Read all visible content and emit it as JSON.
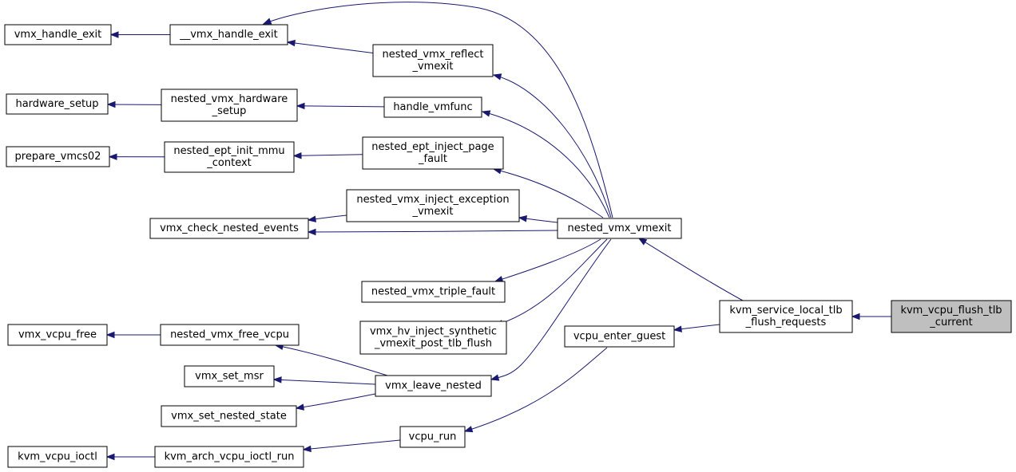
{
  "graph": {
    "nodes": [
      {
        "id": "n_vmx_handle_exit",
        "lines": [
          "vmx_handle_exit"
        ]
      },
      {
        "id": "n___vmx_handle_exit",
        "lines": [
          "__vmx_handle_exit"
        ]
      },
      {
        "id": "n_hardware_setup",
        "lines": [
          "hardware_setup"
        ]
      },
      {
        "id": "n_nested_vmx_hardware_setup",
        "lines": [
          "nested_vmx_hardware",
          "_setup"
        ]
      },
      {
        "id": "n_prepare_vmcs02",
        "lines": [
          "prepare_vmcs02"
        ]
      },
      {
        "id": "n_nested_ept_init_mmu_context",
        "lines": [
          "nested_ept_init_mmu",
          "_context"
        ]
      },
      {
        "id": "n_vmx_check_nested_events",
        "lines": [
          "vmx_check_nested_events"
        ]
      },
      {
        "id": "n_nested_vmx_reflect_vmexit",
        "lines": [
          "nested_vmx_reflect",
          "_vmexit"
        ]
      },
      {
        "id": "n_handle_vmfunc",
        "lines": [
          "handle_vmfunc"
        ]
      },
      {
        "id": "n_nested_ept_inject_page_fault",
        "lines": [
          "nested_ept_inject_page",
          "_fault"
        ]
      },
      {
        "id": "n_nested_vmx_inject_exception_vmexit",
        "lines": [
          "nested_vmx_inject_exception",
          "_vmexit"
        ]
      },
      {
        "id": "n_nested_vmx_triple_fault",
        "lines": [
          "nested_vmx_triple_fault"
        ]
      },
      {
        "id": "n_vmx_hv_inject_synthetic",
        "lines": [
          "vmx_hv_inject_synthetic",
          "_vmexit_post_tlb_flush"
        ]
      },
      {
        "id": "n_vmx_vcpu_free",
        "lines": [
          "vmx_vcpu_free"
        ]
      },
      {
        "id": "n_nested_vmx_free_vcpu",
        "lines": [
          "nested_vmx_free_vcpu"
        ]
      },
      {
        "id": "n_vmx_set_msr",
        "lines": [
          "vmx_set_msr"
        ]
      },
      {
        "id": "n_vmx_set_nested_state",
        "lines": [
          "vmx_set_nested_state"
        ]
      },
      {
        "id": "n_vmx_leave_nested",
        "lines": [
          "vmx_leave_nested"
        ]
      },
      {
        "id": "n_kvm_vcpu_ioctl",
        "lines": [
          "kvm_vcpu_ioctl"
        ]
      },
      {
        "id": "n_kvm_arch_vcpu_ioctl_run",
        "lines": [
          "kvm_arch_vcpu_ioctl_run"
        ]
      },
      {
        "id": "n_vcpu_run",
        "lines": [
          "vcpu_run"
        ]
      },
      {
        "id": "n_nested_vmx_vmexit",
        "lines": [
          "nested_vmx_vmexit"
        ]
      },
      {
        "id": "n_vcpu_enter_guest",
        "lines": [
          "vcpu_enter_guest"
        ]
      },
      {
        "id": "n_kvm_service_local_tlb_flush_requests",
        "lines": [
          "kvm_service_local_tlb",
          "_flush_requests"
        ]
      },
      {
        "id": "n_kvm_vcpu_flush_tlb_current",
        "lines": [
          "kvm_vcpu_flush_tlb",
          "_current"
        ],
        "highlighted": true
      }
    ],
    "edges": [
      [
        "n___vmx_handle_exit",
        "n_vmx_handle_exit"
      ],
      [
        "n_nested_vmx_reflect_vmexit",
        "n___vmx_handle_exit"
      ],
      [
        "n_nested_vmx_hardware_setup",
        "n_hardware_setup"
      ],
      [
        "n_handle_vmfunc",
        "n_nested_vmx_hardware_setup"
      ],
      [
        "n_nested_ept_init_mmu_context",
        "n_prepare_vmcs02"
      ],
      [
        "n_nested_ept_inject_page_fault",
        "n_nested_ept_init_mmu_context"
      ],
      [
        "n_nested_vmx_inject_exception_vmexit",
        "n_vmx_check_nested_events"
      ],
      [
        "n_nested_vmx_vmexit",
        "n___vmx_handle_exit"
      ],
      [
        "n_nested_vmx_vmexit",
        "n_nested_vmx_reflect_vmexit"
      ],
      [
        "n_nested_vmx_vmexit",
        "n_handle_vmfunc"
      ],
      [
        "n_nested_vmx_vmexit",
        "n_nested_ept_inject_page_fault"
      ],
      [
        "n_nested_vmx_vmexit",
        "n_nested_vmx_inject_exception_vmexit"
      ],
      [
        "n_nested_vmx_vmexit",
        "n_vmx_check_nested_events"
      ],
      [
        "n_nested_vmx_vmexit",
        "n_nested_vmx_triple_fault"
      ],
      [
        "n_nested_vmx_vmexit",
        "n_vmx_hv_inject_synthetic"
      ],
      [
        "n_nested_vmx_vmexit",
        "n_vmx_leave_nested"
      ],
      [
        "n_nested_vmx_free_vcpu",
        "n_vmx_vcpu_free"
      ],
      [
        "n_vmx_leave_nested",
        "n_nested_vmx_free_vcpu"
      ],
      [
        "n_vmx_leave_nested",
        "n_vmx_set_msr"
      ],
      [
        "n_vmx_leave_nested",
        "n_vmx_set_nested_state"
      ],
      [
        "n_kvm_arch_vcpu_ioctl_run",
        "n_kvm_vcpu_ioctl"
      ],
      [
        "n_vcpu_run",
        "n_kvm_arch_vcpu_ioctl_run"
      ],
      [
        "n_vcpu_enter_guest",
        "n_vcpu_run"
      ],
      [
        "n_kvm_service_local_tlb_flush_requests",
        "n_nested_vmx_vmexit"
      ],
      [
        "n_kvm_service_local_tlb_flush_requests",
        "n_vcpu_enter_guest"
      ],
      [
        "n_kvm_vcpu_flush_tlb_current",
        "n_kvm_service_local_tlb_flush_requests"
      ]
    ],
    "colors": {
      "edge": "#191970",
      "node_border": "#000000",
      "highlight_fill": "#bfbfbf"
    }
  }
}
